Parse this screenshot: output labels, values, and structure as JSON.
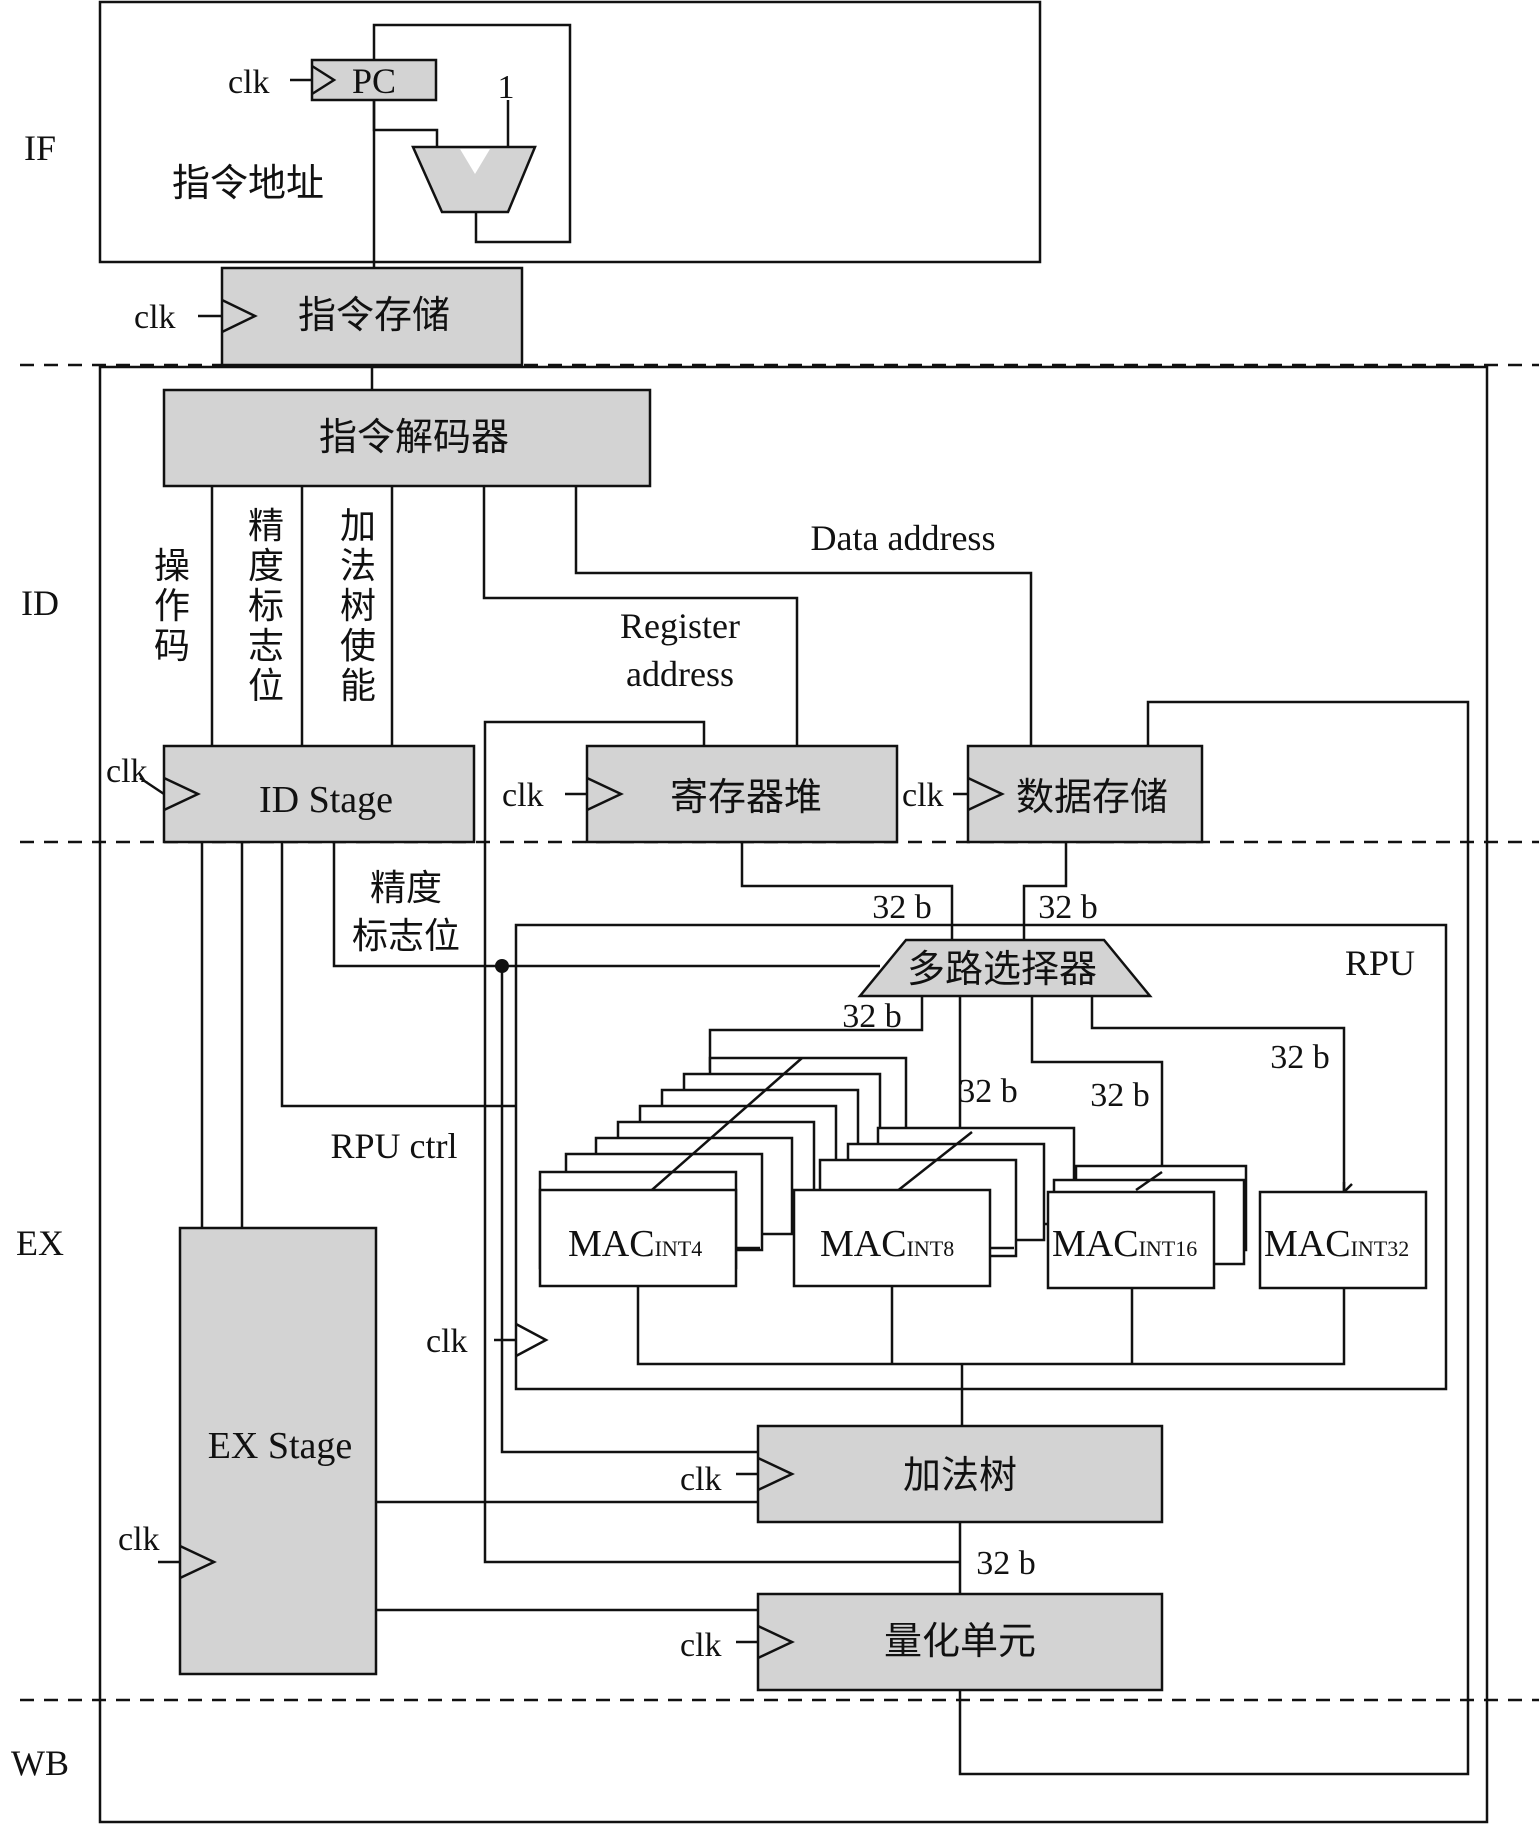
{
  "stages": {
    "if": "IF",
    "id": "ID",
    "ex": "EX",
    "wb": "WB"
  },
  "clk": "clk",
  "pc": "PC",
  "incr_one": "1",
  "instr_addr": "指令地址",
  "instr_mem": "指令存储",
  "decoder": "指令解码器",
  "sig_opcode": [
    "操",
    "作",
    "码"
  ],
  "sig_precision": [
    "精",
    "度",
    "标",
    "志",
    "位"
  ],
  "sig_addtree_en": [
    "加",
    "法",
    "树",
    "使",
    "能"
  ],
  "register_address": [
    "Register",
    "address"
  ],
  "data_address": "Data address",
  "id_stage": "ID Stage",
  "regfile": "寄存器堆",
  "datamem": "数据存储",
  "precision_flag": [
    "精度",
    "标志位"
  ],
  "rpu": "RPU",
  "rpu_ctrl": "RPU ctrl",
  "mux": "多路选择器",
  "bus_width": "32 b",
  "mac_base": "MAC",
  "macs": [
    "INT4",
    "INT8",
    "INT16",
    "INT32"
  ],
  "ex_stage": "EX Stage",
  "adder_tree": "加法树",
  "quant_unit": "量化单元"
}
